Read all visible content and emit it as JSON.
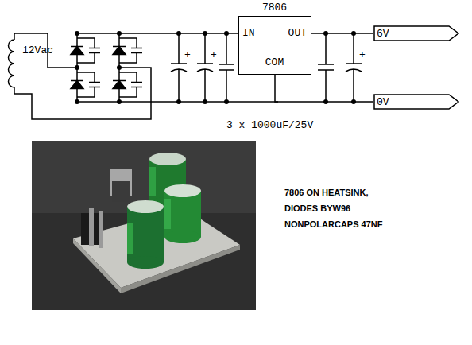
{
  "diagram": {
    "nodes": [
      {
        "text": [
          "7806",
          "IN",
          "OUT",
          "COM"
        ]
      },
      {
        "text": [
          "6V"
        ]
      },
      {
        "text": [
          "0V"
        ]
      }
    ],
    "edges": [
      {
        "from": 0,
        "to": 1,
        "arrow": "none"
      },
      {
        "from": 0,
        "to": 2,
        "arrow": "none"
      }
    ],
    "labels": [
      "12Vac",
      "+",
      "+",
      "+",
      "3 x 1000uF/25V",
      "7806 ON HEATSINK,",
      "DIODES BYW96",
      "NONPOLARCAPS 47NF"
    ]
  }
}
